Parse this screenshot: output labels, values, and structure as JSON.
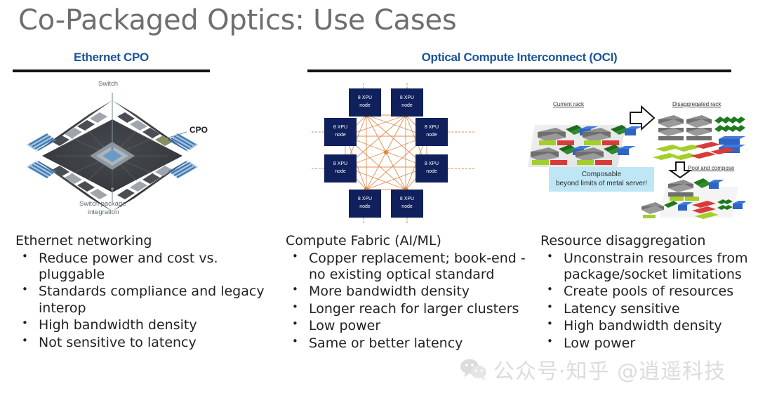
{
  "slide": {
    "title": "Co-Packaged Optics: Use Cases"
  },
  "headers": {
    "left": "Ethernet CPO",
    "right": "Optical Compute Interconnect (OCI)"
  },
  "diagrams": {
    "cpo": {
      "label_switch": "Switch",
      "label_cpo": "CPO",
      "label_package_1": "Switch package",
      "label_package_2": "integration"
    },
    "mesh": {
      "node_line1": "8 XPU",
      "node_line2": "node",
      "node_count": 8,
      "link_color": "#e0884a",
      "node_color": "#10205c"
    },
    "disaggregation": {
      "label_current": "Current rack",
      "label_disaggregated": "Disaggregated rack",
      "label_pool": "Pool and compose",
      "callout_line1": "Composable",
      "callout_line2": "beyond limits of metal server!",
      "callout_bg": "#bfe6f5"
    }
  },
  "columns": [
    {
      "title": "Ethernet networking",
      "bullets": [
        "Reduce power and cost vs. pluggable",
        "Standards compliance and legacy interop",
        "High bandwidth density",
        "Not sensitive to latency"
      ]
    },
    {
      "title": "Compute Fabric (AI/ML)",
      "bullets": [
        "Copper replacement; book-end - no existing optical standard",
        "More bandwidth density",
        "Longer reach for larger clusters",
        "Low power",
        "Same or better latency"
      ]
    },
    {
      "title": "Resource disaggregation",
      "bullets": [
        "Unconstrain resources from package/socket limitations",
        "Create pools of resources",
        "Latency sensitive",
        "High bandwidth density",
        "Low power"
      ]
    }
  ],
  "watermark": {
    "text": "公众号·知乎 @逍遥科技"
  },
  "colors": {
    "title_gray": "#6e6e6e",
    "header_blue": "#1b5596",
    "rule_black": "#141414",
    "body_text": "#222222"
  }
}
